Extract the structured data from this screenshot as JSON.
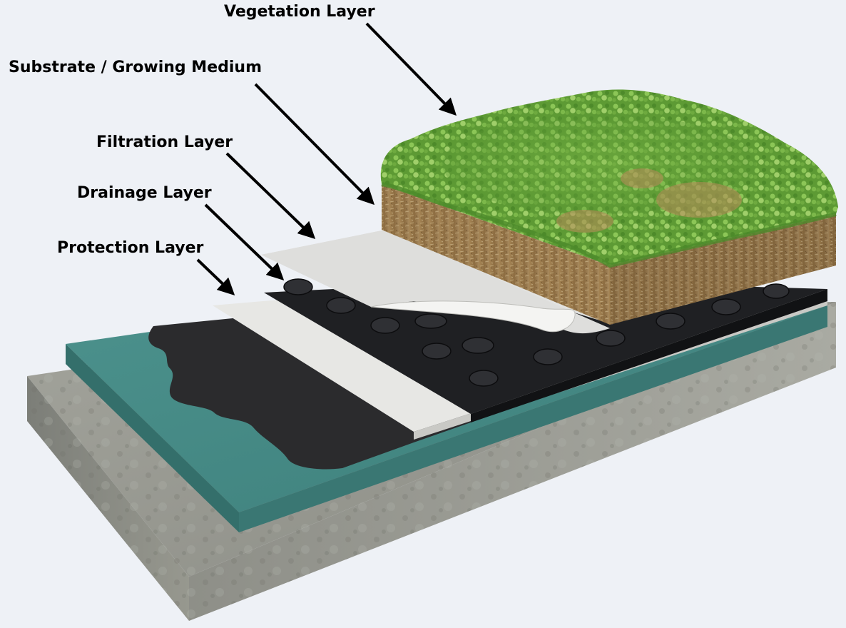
{
  "labels": {
    "vegetation": "Vegetation Layer",
    "substrate": "Substrate / Growing Medium",
    "filtration": "Filtration Layer",
    "drainage": "Drainage Layer",
    "protection": "Protection Layer"
  },
  "colors": {
    "background": "#eef1f6",
    "concrete": "#8c8d86",
    "insulation": "#3f8480",
    "membrane": "#2b2b2d",
    "protection_sheet": "#e7e7e4",
    "drainage_board": "#1f2023",
    "filter_fabric": "#e2e2e0",
    "substrate": "#9a7a4e",
    "vegetation": "#6aa63a"
  }
}
